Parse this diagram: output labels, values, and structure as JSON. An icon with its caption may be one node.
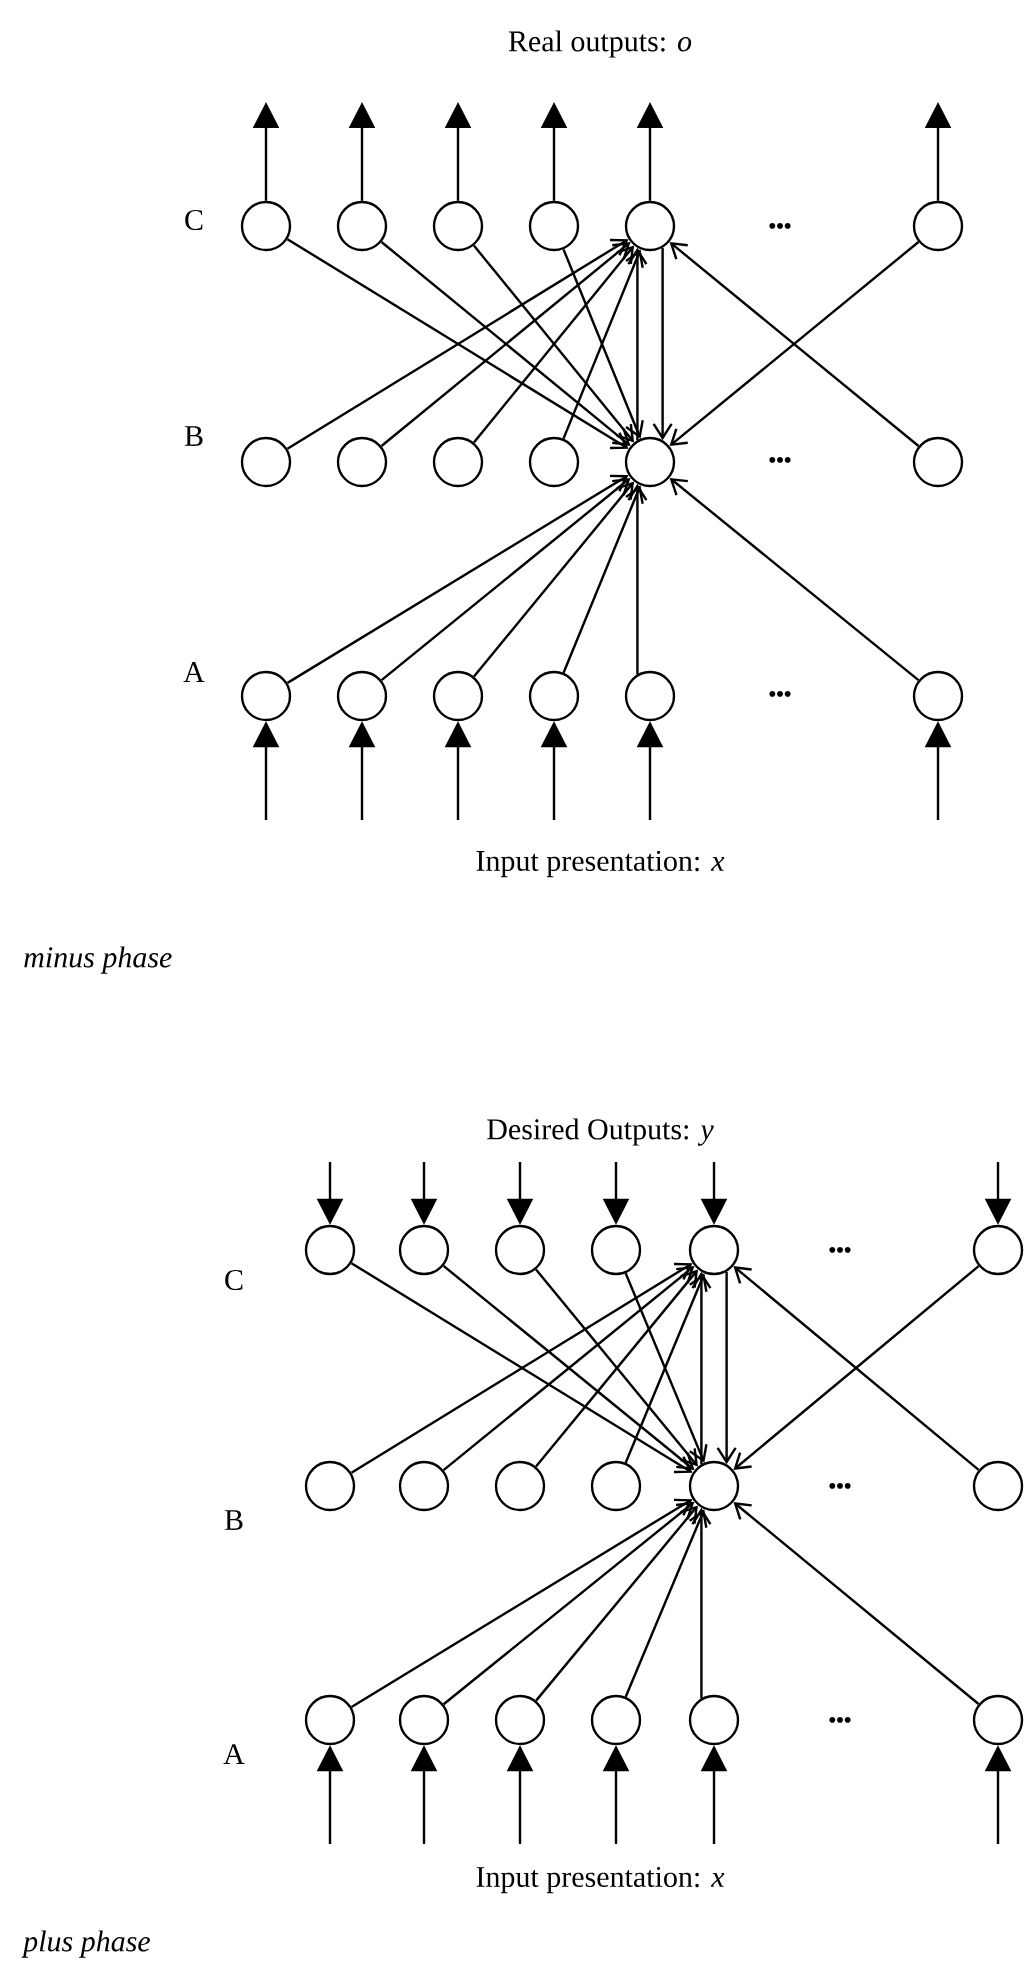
{
  "diagram": {
    "nodes": [
      {
        "text": [],
        "shape": "circle"
      },
      {
        "text": [],
        "shape": "circle"
      },
      {
        "text": [],
        "shape": "circle"
      },
      {
        "text": [],
        "shape": "circle"
      },
      {
        "text": [],
        "shape": "circle"
      },
      {
        "text": [],
        "shape": "circle"
      },
      {
        "text": [],
        "shape": "circle"
      },
      {
        "text": [],
        "shape": "circle"
      },
      {
        "text": [],
        "shape": "circle"
      },
      {
        "text": [],
        "shape": "circle"
      },
      {
        "text": [],
        "shape": "circle"
      },
      {
        "text": [],
        "shape": "circle"
      },
      {
        "text": [],
        "shape": "circle"
      },
      {
        "text": [],
        "shape": "circle"
      },
      {
        "text": [],
        "shape": "circle"
      },
      {
        "text": [],
        "shape": "circle"
      },
      {
        "text": [],
        "shape": "circle"
      },
      {
        "text": [],
        "shape": "circle"
      },
      {
        "text": [],
        "shape": "circle"
      },
      {
        "text": [],
        "shape": "circle"
      },
      {
        "text": [],
        "shape": "circle"
      },
      {
        "text": [],
        "shape": "circle"
      },
      {
        "text": [],
        "shape": "circle"
      },
      {
        "text": [],
        "shape": "circle"
      },
      {
        "text": [],
        "shape": "circle"
      },
      {
        "text": [],
        "shape": "circle"
      },
      {
        "text": [],
        "shape": "circle"
      },
      {
        "text": [],
        "shape": "circle"
      },
      {
        "text": [],
        "shape": "circle"
      },
      {
        "text": [],
        "shape": "circle"
      },
      {
        "text": [],
        "shape": "circle"
      },
      {
        "text": [],
        "shape": "circle"
      },
      {
        "text": [],
        "shape": "circle"
      },
      {
        "text": [],
        "shape": "circle"
      },
      {
        "text": [],
        "shape": "circle"
      },
      {
        "text": [],
        "shape": "circle"
      }
    ],
    "edges": [
      {
        "from": 0,
        "to": null,
        "arrow": "to"
      },
      {
        "from": 1,
        "to": null,
        "arrow": "to"
      },
      {
        "from": 2,
        "to": null,
        "arrow": "to"
      },
      {
        "from": 3,
        "to": null,
        "arrow": "to"
      },
      {
        "from": 4,
        "to": null,
        "arrow": "to"
      },
      {
        "from": 5,
        "to": null,
        "arrow": "to"
      },
      {
        "from": 0,
        "to": 10,
        "arrow": "to"
      },
      {
        "from": 1,
        "to": 10,
        "arrow": "to"
      },
      {
        "from": 2,
        "to": 10,
        "arrow": "to"
      },
      {
        "from": 3,
        "to": 10,
        "arrow": "to"
      },
      {
        "from": 4,
        "to": 10,
        "arrow": "to"
      },
      {
        "from": 5,
        "to": 10,
        "arrow": "to"
      },
      {
        "from": 6,
        "to": 4,
        "arrow": "to"
      },
      {
        "from": 7,
        "to": 4,
        "arrow": "to"
      },
      {
        "from": 8,
        "to": 4,
        "arrow": "to"
      },
      {
        "from": 9,
        "to": 4,
        "arrow": "to"
      },
      {
        "from": 10,
        "to": 4,
        "arrow": "to"
      },
      {
        "from": 11,
        "to": 4,
        "arrow": "to"
      },
      {
        "from": 12,
        "to": 10,
        "arrow": "to"
      },
      {
        "from": 13,
        "to": 10,
        "arrow": "to"
      },
      {
        "from": 14,
        "to": 10,
        "arrow": "to"
      },
      {
        "from": 15,
        "to": 10,
        "arrow": "to"
      },
      {
        "from": 16,
        "to": 10,
        "arrow": "to"
      },
      {
        "from": 17,
        "to": 10,
        "arrow": "to"
      },
      {
        "from": null,
        "to": 12,
        "arrow": "to"
      },
      {
        "from": null,
        "to": 13,
        "arrow": "to"
      },
      {
        "from": null,
        "to": 14,
        "arrow": "to"
      },
      {
        "from": null,
        "to": 15,
        "arrow": "to"
      },
      {
        "from": null,
        "to": 16,
        "arrow": "to"
      },
      {
        "from": null,
        "to": 17,
        "arrow": "to"
      },
      {
        "from": null,
        "to": 18,
        "arrow": "to"
      },
      {
        "from": null,
        "to": 19,
        "arrow": "to"
      },
      {
        "from": null,
        "to": 20,
        "arrow": "to"
      },
      {
        "from": null,
        "to": 21,
        "arrow": "to"
      },
      {
        "from": null,
        "to": 22,
        "arrow": "to"
      },
      {
        "from": null,
        "to": 23,
        "arrow": "to"
      },
      {
        "from": 18,
        "to": 28,
        "arrow": "to"
      },
      {
        "from": 19,
        "to": 28,
        "arrow": "to"
      },
      {
        "from": 20,
        "to": 28,
        "arrow": "to"
      },
      {
        "from": 21,
        "to": 28,
        "arrow": "to"
      },
      {
        "from": 22,
        "to": 28,
        "arrow": "to"
      },
      {
        "from": 23,
        "to": 28,
        "arrow": "to"
      },
      {
        "from": 24,
        "to": 22,
        "arrow": "to"
      },
      {
        "from": 25,
        "to": 22,
        "arrow": "to"
      },
      {
        "from": 26,
        "to": 22,
        "arrow": "to"
      },
      {
        "from": 27,
        "to": 22,
        "arrow": "to"
      },
      {
        "from": 28,
        "to": 22,
        "arrow": "to"
      },
      {
        "from": 29,
        "to": 22,
        "arrow": "to"
      },
      {
        "from": 30,
        "to": 28,
        "arrow": "to"
      },
      {
        "from": 31,
        "to": 28,
        "arrow": "to"
      },
      {
        "from": 32,
        "to": 28,
        "arrow": "to"
      },
      {
        "from": 33,
        "to": 28,
        "arrow": "to"
      },
      {
        "from": 34,
        "to": 28,
        "arrow": "to"
      },
      {
        "from": 35,
        "to": 28,
        "arrow": "to"
      },
      {
        "from": null,
        "to": 30,
        "arrow": "to"
      },
      {
        "from": null,
        "to": 31,
        "arrow": "to"
      },
      {
        "from": null,
        "to": 32,
        "arrow": "to"
      },
      {
        "from": null,
        "to": 33,
        "arrow": "to"
      },
      {
        "from": null,
        "to": 34,
        "arrow": "to"
      },
      {
        "from": null,
        "to": 35,
        "arrow": "to"
      }
    ],
    "labels": [
      "Real outputs: *o*",
      "C",
      "•••",
      "B",
      "•••",
      "A",
      "•••",
      "Input presentation: *x*",
      "minus phase",
      "Desired Outputs: *y*",
      "C",
      "•••",
      "B",
      "•••",
      "A",
      "•••",
      "Input presentation: *x*",
      "plus phase"
    ]
  }
}
